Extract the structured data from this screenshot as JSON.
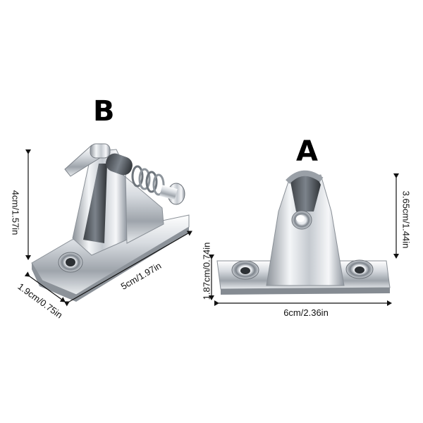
{
  "labels": {
    "product_b": "B",
    "product_a": "A"
  },
  "dimensions": {
    "b_height": "4cm/1.57in",
    "b_length": "5cm/1.97in",
    "b_width": "1.9cm/0.75in",
    "a_height": "3.65cm/1.44in",
    "a_depth": "1.87cm/0.74in",
    "a_length": "6cm/2.36in"
  },
  "colors": {
    "background": "#ffffff",
    "metal_light": "#f2f4f6",
    "metal_mid": "#b9bfc6",
    "metal_dark": "#4a4f55",
    "dimension_line": "#111111"
  }
}
